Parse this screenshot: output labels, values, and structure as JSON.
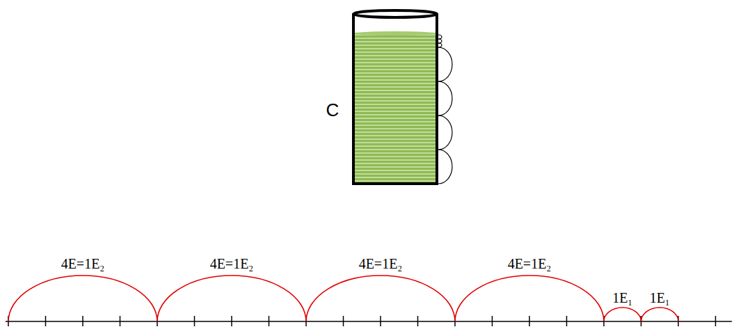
{
  "diagram": {
    "labels": [
      "C",
      "4E=1E₂",
      "4E=1E₂",
      "4E=1E₂",
      "4E=1E₂",
      "1E₁",
      "1E₁"
    ]
  }
}
